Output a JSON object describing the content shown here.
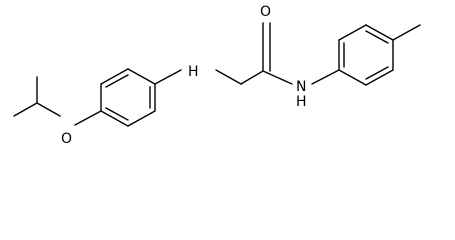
{
  "molecule": {
    "atoms": {
      "o_ether": "O",
      "n_amine": "H",
      "o_carbonyl": "O",
      "n_amide": "N",
      "h_amide": "H"
    }
  },
  "colors": {
    "bond": "#000000",
    "label": "#000000",
    "background": "#ffffff"
  }
}
